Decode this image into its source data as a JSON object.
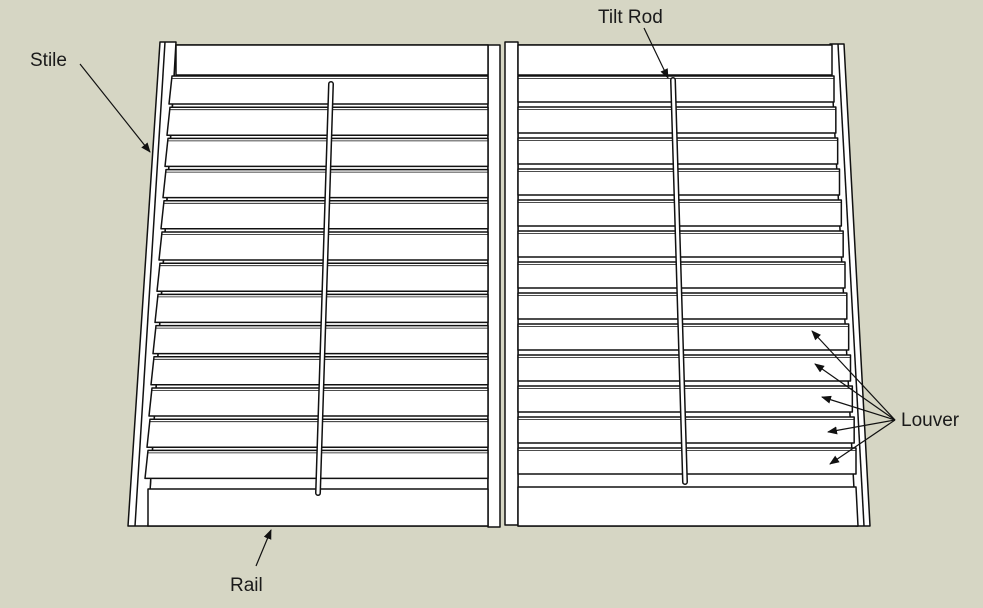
{
  "colors": {
    "background": "#d6d6c4",
    "wood": "#ffffff",
    "outline": "#111111"
  },
  "labels": {
    "stile": "Stile",
    "tilt_rod": "Tilt Rod",
    "louver": "Louver",
    "rail": "Rail"
  },
  "shutters": {
    "left": {
      "louver_count": 13
    },
    "right": {
      "louver_count": 13
    }
  }
}
